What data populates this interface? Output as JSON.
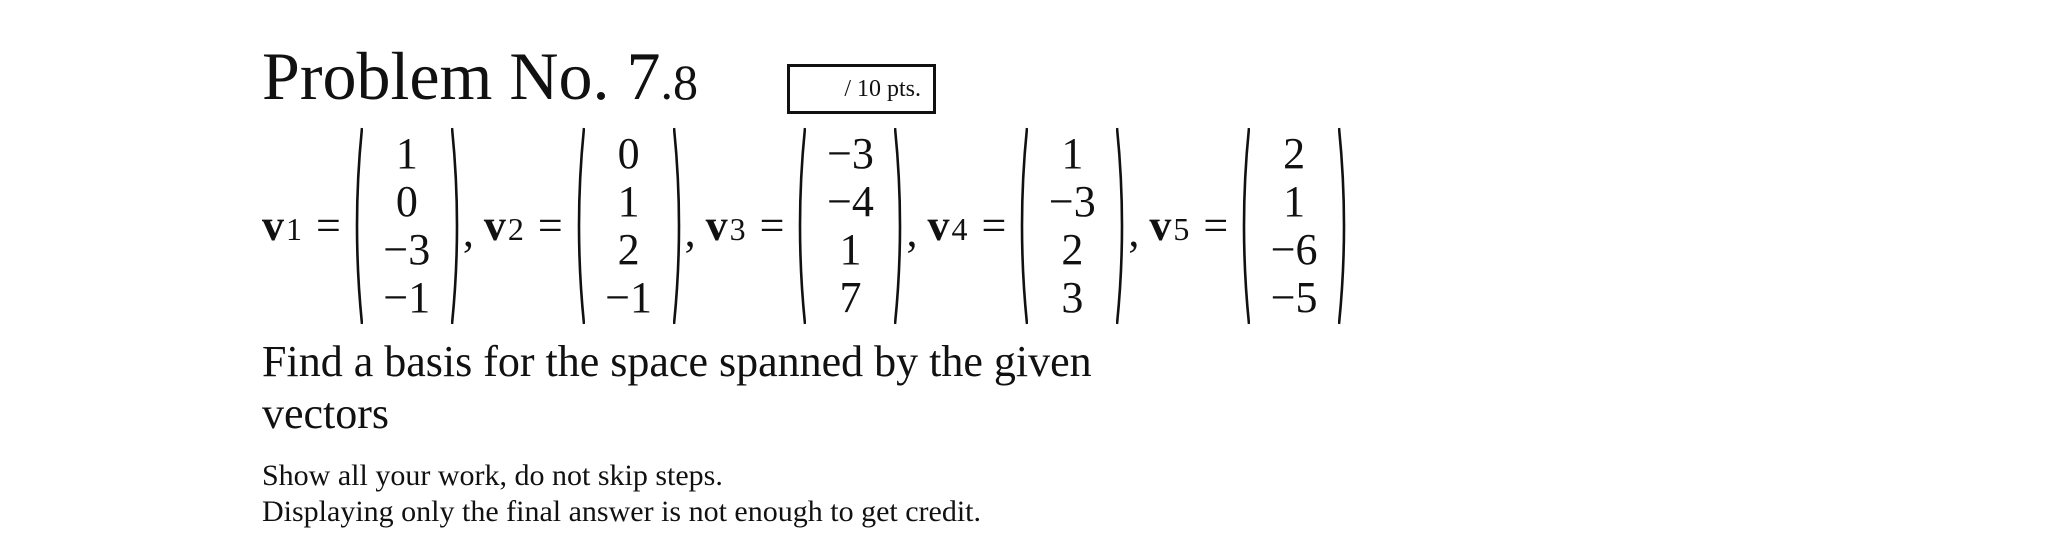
{
  "problem": {
    "title_prefix": "Problem No. 7",
    "title_suffix": ".8",
    "points": "/ 10 pts."
  },
  "vectors": [
    {
      "name": "v",
      "index": "1",
      "entries": [
        "1",
        "0",
        "−3",
        "−1"
      ]
    },
    {
      "name": "v",
      "index": "2",
      "entries": [
        "0",
        "1",
        "2",
        "−1"
      ]
    },
    {
      "name": "v",
      "index": "3",
      "entries": [
        "−3",
        "−4",
        "1",
        "7"
      ]
    },
    {
      "name": "v",
      "index": "4",
      "entries": [
        "1",
        "−3",
        "2",
        "3"
      ]
    },
    {
      "name": "v",
      "index": "5",
      "entries": [
        "2",
        "1",
        "−6",
        "−5"
      ]
    }
  ],
  "symbols": {
    "equals": "=",
    "comma": ","
  },
  "question": "Find a basis for the space spanned by the given vectors",
  "instructions": {
    "line1": "Show all your work, do not skip steps.",
    "line2": "Displaying only the final answer is not enough to get credit."
  }
}
